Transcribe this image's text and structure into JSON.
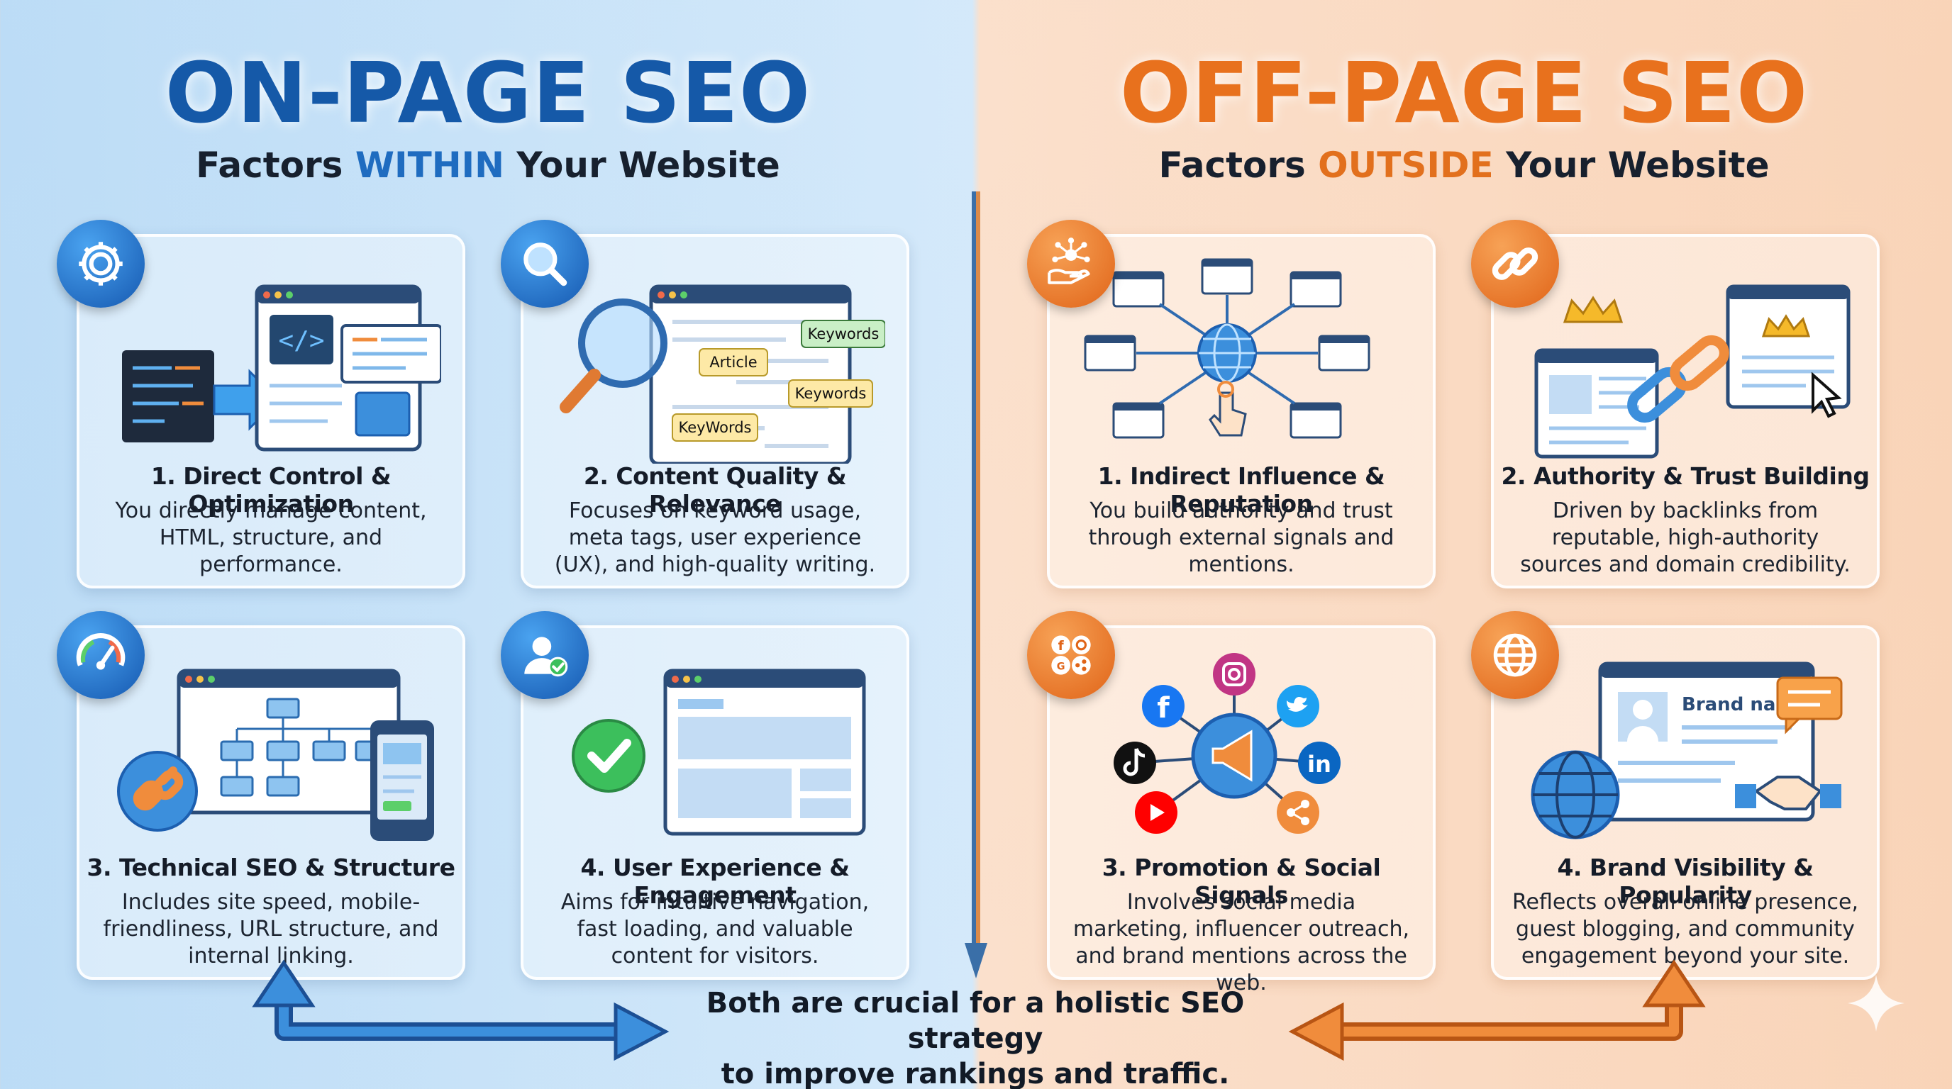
{
  "left": {
    "title": "ON-PAGE SEO",
    "subtitle_pre": "Factors ",
    "subtitle_highlight": "WITHIN",
    "subtitle_post": " Your Website",
    "cards": [
      {
        "title": "1. Direct Control & Optimization",
        "desc": "You directly manage content, HTML, structure, and performance.",
        "icon": "gear-icon"
      },
      {
        "title": "2. Content Quality & Relevance",
        "desc": "Focuses on keyword usage, meta tags, user experience (UX), and high-quality writing.",
        "icon": "magnifier-icon",
        "tags": [
          "Keywords",
          "Article",
          "Keywords",
          "KeyWords"
        ]
      },
      {
        "title": "3. Technical SEO & Structure",
        "desc": "Includes site speed, mobile-friendliness, URL structure, and internal linking.",
        "icon": "speedometer-icon"
      },
      {
        "title": "4. User Experience & Engagement",
        "desc": "Aims for intuitive navigation, fast loading, and valuable content for visitors.",
        "icon": "user-check-icon"
      }
    ]
  },
  "right": {
    "title": "OFF-PAGE SEO",
    "subtitle_pre": "Factors ",
    "subtitle_highlight": "OUTSIDE",
    "subtitle_post": " Your Website",
    "cards": [
      {
        "title": "1. Indirect Influence & Reputation",
        "desc": "You build authority and trust through external signals and mentions.",
        "icon": "network-hand-icon"
      },
      {
        "title": "2. Authority & Trust Building",
        "desc": "Driven by backlinks from reputable, high-authority sources and domain credibility.",
        "icon": "link-icon"
      },
      {
        "title": "3. Promotion & Social Signals",
        "desc": "Involves social media marketing, influencer outreach, and brand mentions across the web.",
        "icon": "social-icons-icon"
      },
      {
        "title": "4. Brand Visibility & Popularity",
        "desc": "Reflects overall online presence, guest blogging, and community engagement beyond your site.",
        "icon": "globe-icon",
        "brand_label": "Brand name"
      }
    ]
  },
  "footer": {
    "line1": "Both are crucial for a holistic SEO strategy",
    "line2": "to improve rankings and traffic."
  },
  "colors": {
    "on_page": "#1559a8",
    "off_page": "#e8711d"
  }
}
